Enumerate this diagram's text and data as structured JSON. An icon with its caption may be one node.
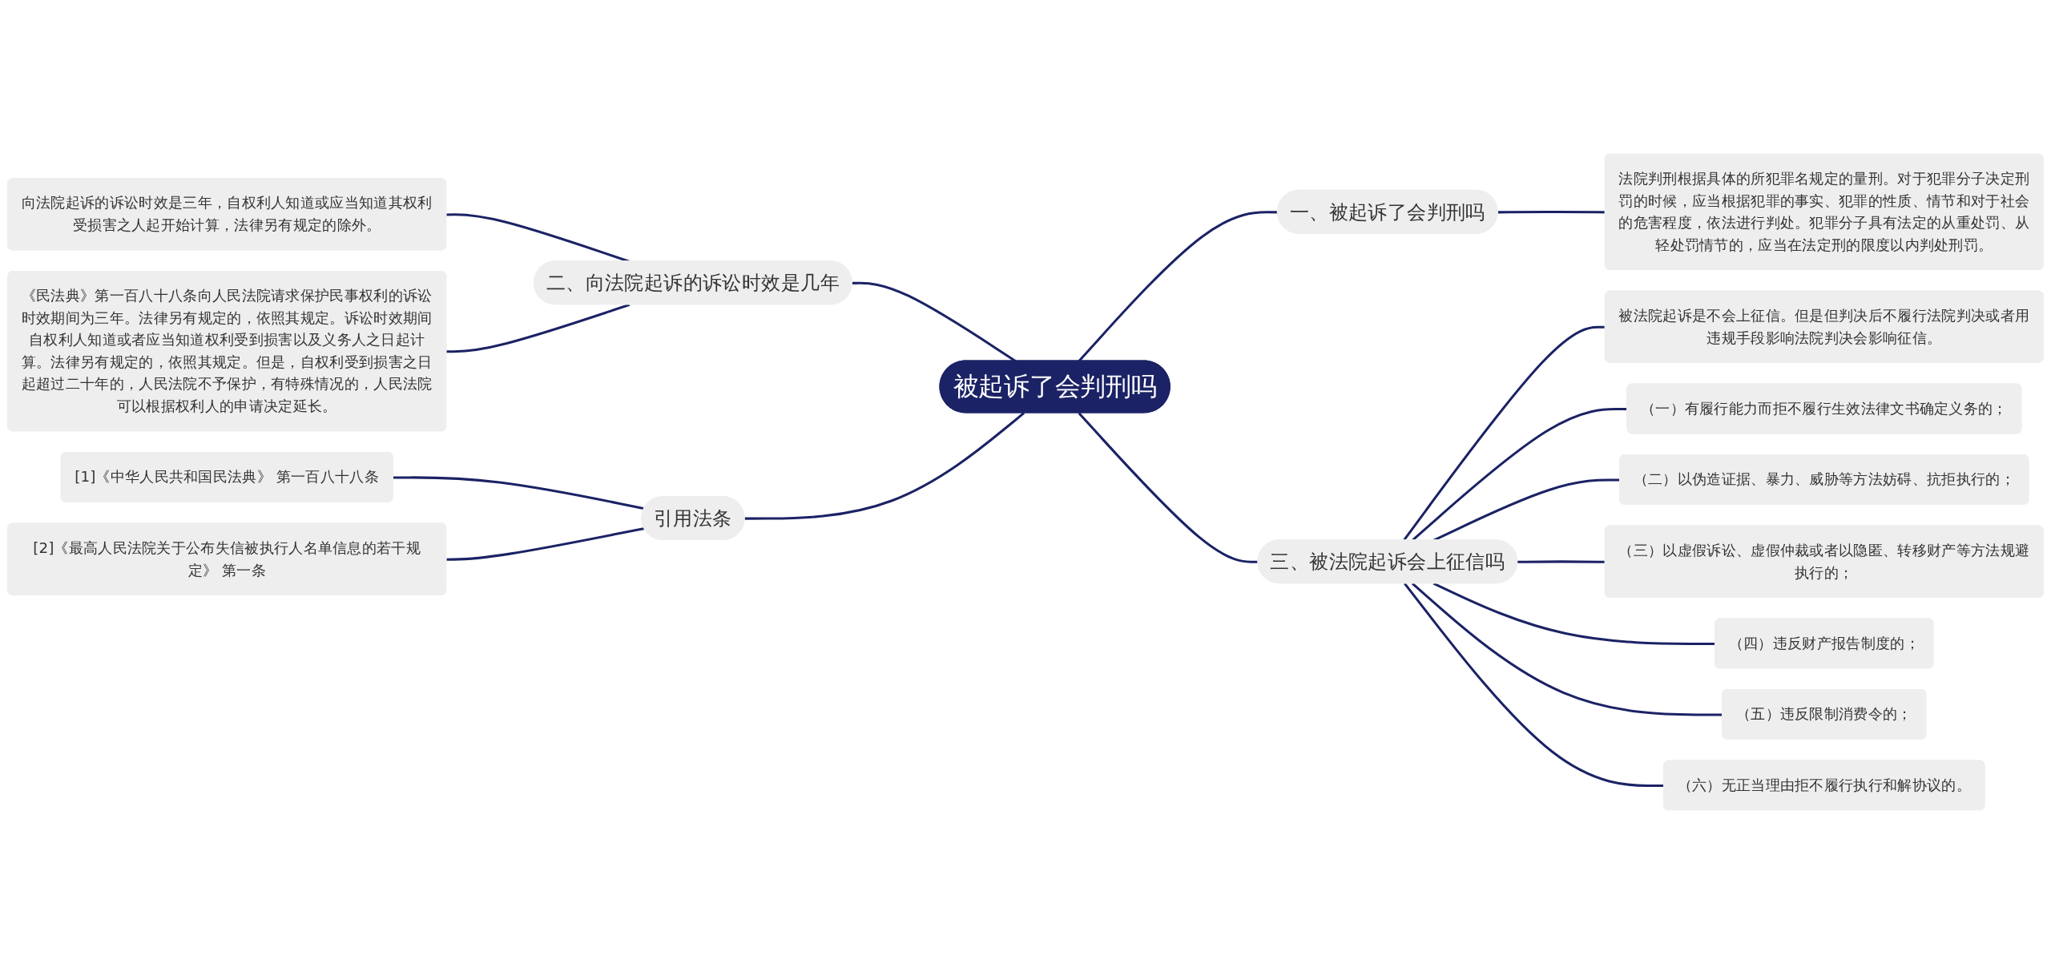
{
  "diagram": {
    "nodes": [
      {
        "text": [
          "被起诉了会判刑吗"
        ]
      },
      {
        "text": [
          "一、被起诉了会判刑吗"
        ]
      },
      {
        "text": [
          "法院判刑根据具体的所犯罪名规定的量刑。对于犯罪分子决定刑罚的时候，应当根据犯罪的事实、犯罪的性质、情节和对于社会的危害程度，依法进行判处。犯罪分子具有法定的从重处罚、从轻处罚情节的，应当在法定刑的限度以内判处刑罚。"
        ]
      },
      {
        "text": [
          "三、被法院起诉会上征信吗"
        ]
      },
      {
        "text": [
          "被法院起诉是不会上征信。但是但判决后不履行法院判决或者用违规手段影响法院判决会影响征信。"
        ]
      },
      {
        "text": [
          "（一）有履行能力而拒不履行生效法律文书确定义务的；"
        ]
      },
      {
        "text": [
          "（二）以伪造证据、暴力、威胁等方法妨碍、抗拒执行的；"
        ]
      },
      {
        "text": [
          "（三）以虚假诉讼、虚假仲裁或者以隐匿、转移财产等方法规避执行的；"
        ]
      },
      {
        "text": [
          "（四）违反财产报告制度的；"
        ]
      },
      {
        "text": [
          "（五）违反限制消费令的；"
        ]
      },
      {
        "text": [
          "（六）无正当理由拒不履行执行和解协议的。"
        ]
      },
      {
        "text": [
          "二、向法院起诉的诉讼时效是几年"
        ]
      },
      {
        "text": [
          "向法院起诉的诉讼时效是三年，自权利人知道或应当知道其权利受损害之人起开始计算，法律另有规定的除外。"
        ]
      },
      {
        "text": [
          "《民法典》第一百八十八条向人民法院请求保护民事权利的诉讼时效期间为三年。法律另有规定的，依照其规定。诉讼时效期间自权利人知道或者应当知道权利受到损害以及义务人之日起计算。法律另有规定的，依照其规定。但是，自权利受到损害之日起超过二十年的，人民法院不予保护，有特殊情况的，人民法院可以根据权利人的申请决定延长。"
        ]
      },
      {
        "text": [
          "引用法条"
        ]
      },
      {
        "text": [
          "[1]《中华人民共和国民法典》 第一百八十八条"
        ]
      },
      {
        "text": [
          "[2]《最高人民法院关于公布失信被执行人名单信息的若干规定》 第一条"
        ]
      }
    ],
    "edges": [
      {
        "from": 0,
        "to": 1,
        "arrow": "none"
      },
      {
        "from": 1,
        "to": 2,
        "arrow": "none"
      },
      {
        "from": 0,
        "to": 3,
        "arrow": "none"
      },
      {
        "from": 3,
        "to": 4,
        "arrow": "none"
      },
      {
        "from": 3,
        "to": 5,
        "arrow": "none"
      },
      {
        "from": 3,
        "to": 6,
        "arrow": "none"
      },
      {
        "from": 3,
        "to": 7,
        "arrow": "none"
      },
      {
        "from": 3,
        "to": 8,
        "arrow": "none"
      },
      {
        "from": 3,
        "to": 9,
        "arrow": "none"
      },
      {
        "from": 3,
        "to": 10,
        "arrow": "none"
      },
      {
        "from": 0,
        "to": 11,
        "arrow": "none"
      },
      {
        "from": 11,
        "to": 12,
        "arrow": "none"
      },
      {
        "from": 11,
        "to": 13,
        "arrow": "none"
      },
      {
        "from": 0,
        "to": 14,
        "arrow": "none"
      },
      {
        "from": 14,
        "to": 15,
        "arrow": "none"
      },
      {
        "from": 14,
        "to": 16,
        "arrow": "none"
      }
    ]
  }
}
